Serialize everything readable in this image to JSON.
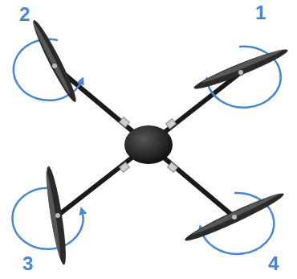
{
  "diagram": {
    "labels": [
      "2",
      "1",
      "3",
      "4"
    ]
  }
}
